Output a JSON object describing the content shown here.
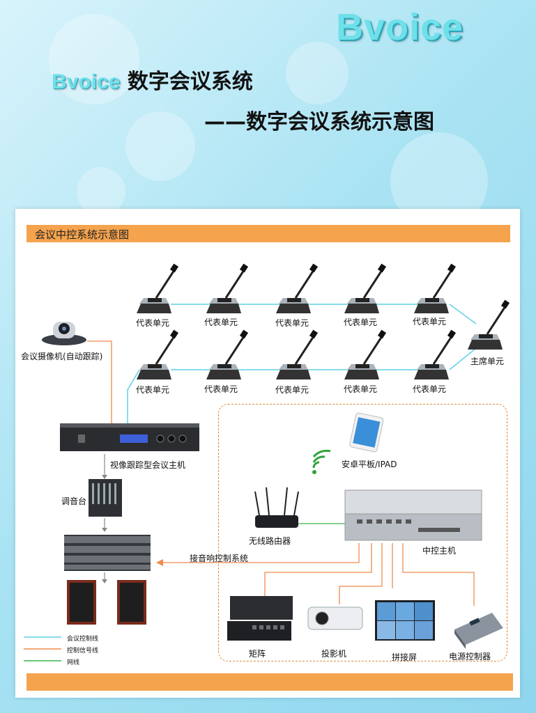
{
  "header": {
    "brand_logo": "Bvoice",
    "title_brand": "Bvoice",
    "title_main": "数字会议系统",
    "subtitle": "——数字会议系统示意图"
  },
  "diagram": {
    "section_title": "会议中控系统示意图",
    "row1_units": [
      "代表单元",
      "代表单元",
      "代表单元",
      "代表单元",
      "代表单元"
    ],
    "row2_units": [
      "代表单元",
      "代表单元",
      "代表单元",
      "代表单元",
      "代表单元"
    ],
    "chair_unit": "主席单元",
    "camera": "会议摄像机(自动跟踪)",
    "host": "视像跟踪型会议主机",
    "mixer": "调音台",
    "amp_link": "接音响控制系统",
    "tablet": "安卓平板/IPAD",
    "router": "无线路由器",
    "central_control": "中控主机",
    "matrix": "矩阵",
    "projector": "投影机",
    "video_wall": "拼接屏",
    "power_controller": "电源控制器"
  },
  "legend": [
    {
      "label": "会议控制线",
      "color": "#5fd0e6"
    },
    {
      "label": "控制信号线",
      "color": "#f08a4b"
    },
    {
      "label": "网线",
      "color": "#3cb44b"
    }
  ]
}
